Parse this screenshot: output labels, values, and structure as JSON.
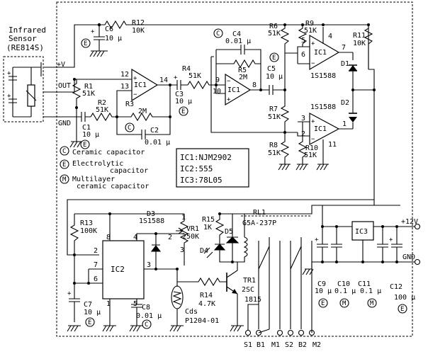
{
  "sensor": {
    "title_line1": "Infrared",
    "title_line2": "Sensor",
    "model": "(RE814S)",
    "pin_plus": "+V",
    "pin_out": "OUT",
    "pin_gnd": "GND"
  },
  "components": {
    "R1": {
      "name": "R1",
      "value": "51K"
    },
    "R2": {
      "name": "R2",
      "value": "51K"
    },
    "R3": {
      "name": "R3",
      "value": "2M"
    },
    "R4": {
      "name": "R4",
      "value": "51K"
    },
    "R5": {
      "name": "R5",
      "value": "2M"
    },
    "R6": {
      "name": "R6",
      "value": "51K"
    },
    "R7": {
      "name": "R7",
      "value": "51K"
    },
    "R8": {
      "name": "R8",
      "value": "51K"
    },
    "R9": {
      "name": "R9",
      "value": "51K"
    },
    "R10": {
      "name": "R10",
      "value": "51K"
    },
    "R11": {
      "name": "R11",
      "value": "10K"
    },
    "R12": {
      "name": "R12",
      "value": "10K"
    },
    "R13": {
      "name": "R13",
      "value": "100K"
    },
    "R14": {
      "name": "R14",
      "value": "4.7K"
    },
    "R15": {
      "name": "R15",
      "value": "1K"
    },
    "C1": {
      "name": "C1",
      "value": "10 μ"
    },
    "C2": {
      "name": "C2",
      "value": "0.01 μ"
    },
    "C3": {
      "name": "C3",
      "value": "10 μ"
    },
    "C4": {
      "name": "C4",
      "value": "0.01 μ"
    },
    "C5": {
      "name": "C5",
      "value": "10 μ"
    },
    "C6": {
      "name": "C6",
      "value": "10 μ"
    },
    "C7": {
      "name": "C7",
      "value": "10 μ"
    },
    "C8": {
      "name": "C8",
      "value": "0.01 μ"
    },
    "C9": {
      "name": "C9",
      "value": "10 μ"
    },
    "C10": {
      "name": "C10",
      "value": "0.1 μ"
    },
    "C11": {
      "name": "C11",
      "value": "0.1 μ"
    },
    "C12": {
      "name": "C12",
      "value": "100 μ"
    },
    "D1": {
      "name": "D1",
      "value": "1S1588"
    },
    "D2": {
      "name": "D2",
      "value": "1S1588"
    },
    "D3": {
      "name": "D3",
      "value": "1S1588"
    },
    "D4": {
      "name": "D4"
    },
    "D5": {
      "name": "D5"
    },
    "VR1": {
      "name": "VR1",
      "value": "250K"
    },
    "TR1": {
      "name": "TR1",
      "value": "2SC",
      "value2": "1815"
    },
    "RL1": {
      "name": "RL1",
      "value": "G5A-237P"
    },
    "Cds": {
      "name": "Cds",
      "value": "P1204-01"
    },
    "IC1": "IC1",
    "IC2": "IC2",
    "IC3": "IC3"
  },
  "pins": {
    "ic1a_in_plus": "12",
    "ic1a_in_minus": "13",
    "ic1a_out": "14",
    "ic1b_in_plus": "9",
    "ic1b_in_minus": "10",
    "ic1b_out": "8",
    "ic1c_in_plus": "5",
    "ic1c_in_minus": "6",
    "ic1c_out": "7",
    "ic1c_pwr": "4",
    "ic1d_in_plus": "3",
    "ic1d_in_minus": "2",
    "ic1d_out": "1",
    "ic1d_gnd": "11",
    "ic2_p1": "1",
    "ic2_p2": "2",
    "ic2_p3": "3",
    "ic2_p4": "4",
    "ic2_p5": "5",
    "ic2_p6": "6",
    "ic2_p7": "7",
    "ic2_p8": "8",
    "vr_p1": "1",
    "vr_p2": "2",
    "vr_p3": "3"
  },
  "legend": {
    "c_mark": "C",
    "c_text": "Ceramic capacitor",
    "e_mark": "E",
    "e_text_line1": "Electrolytic",
    "e_text_line2": "capacitor",
    "m_mark": "M",
    "m_text_line1": "Multilayer",
    "m_text_line2": "ceramic capacitor"
  },
  "ic_table": {
    "row1": "IC1:NJM2902",
    "row2": "IC2:555",
    "row3": "IC3:78L05"
  },
  "power": {
    "vplus": "+12V",
    "gnd": "GND"
  },
  "outputs": {
    "s1": "S1",
    "b1": "B1",
    "m1": "M1",
    "s2": "S2",
    "b2": "B2",
    "m2": "M2"
  },
  "marks": {
    "plus": "+",
    "minus": "−"
  }
}
